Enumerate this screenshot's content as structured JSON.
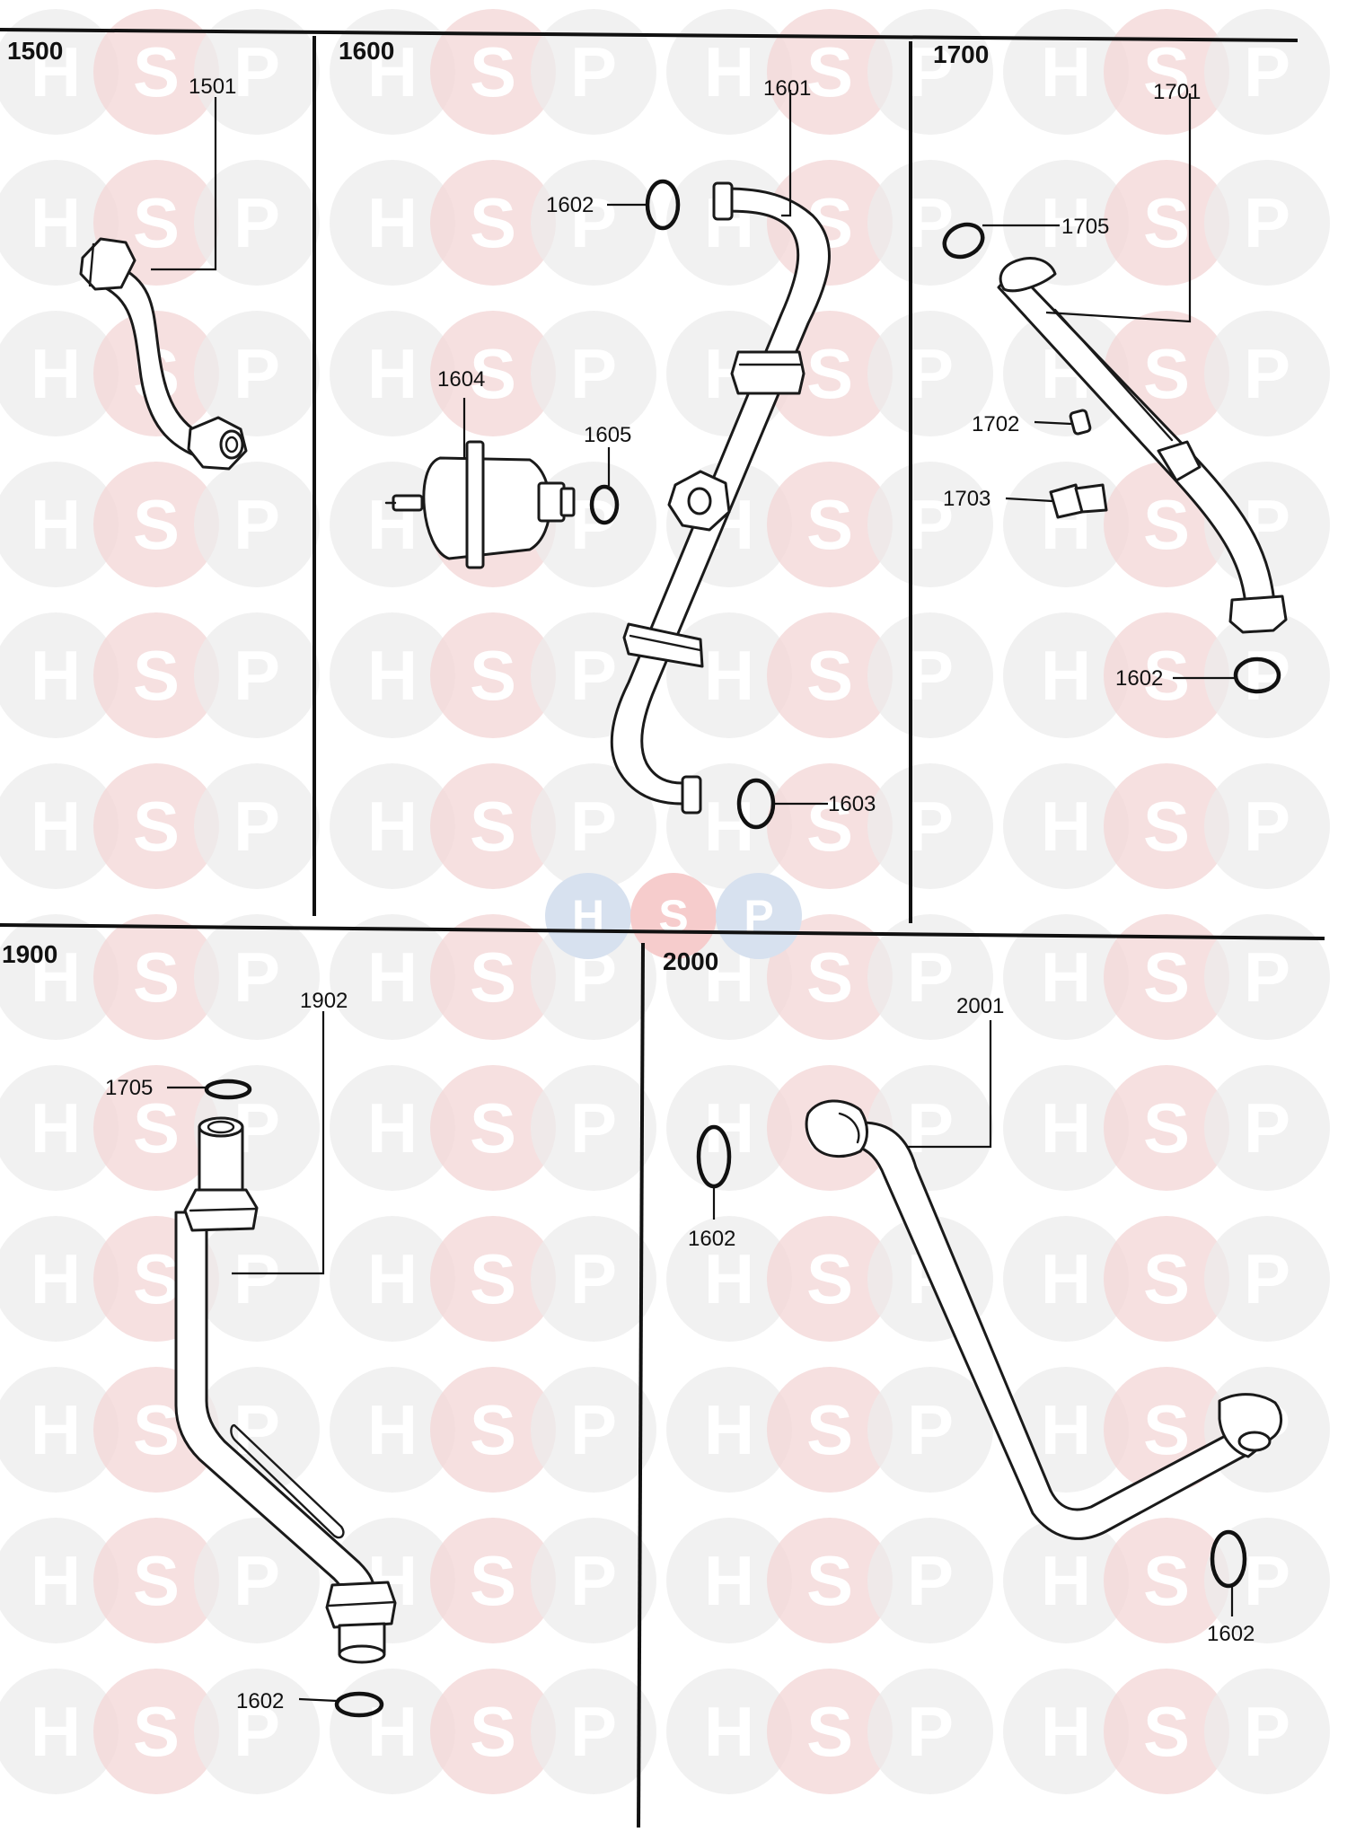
{
  "watermark": {
    "letters": [
      "H",
      "S",
      "P"
    ],
    "colors": {
      "H": "#ececec",
      "S": "#f3d6d6",
      "P": "#ececec"
    },
    "center_badge_colors": {
      "H": "#d7e1ef",
      "S": "#f6cccc",
      "P": "#d7e1ef"
    }
  },
  "sections": {
    "s1500": {
      "title": "1500"
    },
    "s1600": {
      "title": "1600"
    },
    "s1700": {
      "title": "1700"
    },
    "s1900": {
      "title": "1900"
    },
    "s2000": {
      "title": "2000"
    }
  },
  "callouts": {
    "c1501": "1501",
    "c1601": "1601",
    "c1602a": "1602",
    "c1603": "1603",
    "c1604": "1604",
    "c1605": "1605",
    "c1701": "1701",
    "c1702": "1702",
    "c1703": "1703",
    "c1705a": "1705",
    "c1602b": "1602",
    "c1902": "1902",
    "c1705b": "1705",
    "c1602c": "1602",
    "c2001": "2001",
    "c1602d": "1602",
    "c1602e": "1602"
  }
}
